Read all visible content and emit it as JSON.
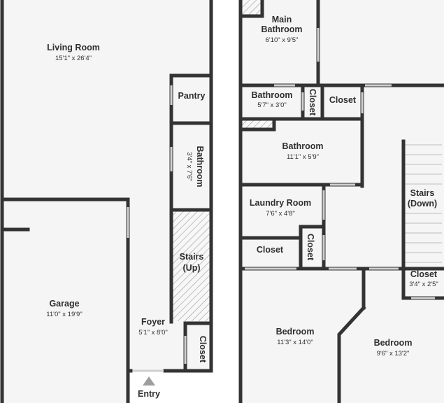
{
  "floor_plan": {
    "colors": {
      "wall": "#333333",
      "floor": "#f5f5f5",
      "background": "#ffffff",
      "text": "#2f2f2f",
      "stair_hatch": "#9a9a9a",
      "arrow": "#9e9e9e"
    },
    "rooms": {
      "living_room": {
        "name": "Living Room",
        "dim": "15'1\" x 26'4\""
      },
      "pantry": {
        "name": "Pantry"
      },
      "bathroom_small": {
        "name": "Bathroom",
        "dim": "3'4\" x 7'6\""
      },
      "stairs_up": {
        "name": "Stairs",
        "sub": "(Up)"
      },
      "garage": {
        "name": "Garage",
        "dim": "11'0\" x 19'9\""
      },
      "foyer": {
        "name": "Foyer",
        "dim": "5'1\" x 8'0\""
      },
      "closet_foyer": {
        "name": "Closet"
      },
      "entry": {
        "name": "Entry"
      },
      "main_bathroom": {
        "name1": "Main",
        "name2": "Bathroom",
        "dim": "6'10\" x 9'5\""
      },
      "bathroom_2": {
        "name": "Bathroom",
        "dim": "5'7\" x 3'0\""
      },
      "closet_vertical": {
        "name": "Closet"
      },
      "closet_upper": {
        "name": "Closet"
      },
      "bathroom_3": {
        "name": "Bathroom",
        "dim": "11'1\" x 5'9\""
      },
      "laundry_room": {
        "name": "Laundry Room",
        "dim": "7'6\" x 4'8\""
      },
      "closet_left": {
        "name": "Closet"
      },
      "closet_laundry": {
        "name": "Closet"
      },
      "stairs_down": {
        "name": "Stairs",
        "sub": "(Down)"
      },
      "closet_right": {
        "name": "Closet",
        "dim": "3'4\" x 2'5\""
      },
      "bedroom_1": {
        "name": "Bedroom",
        "dim": "11'3\" x 14'0\""
      },
      "bedroom_2": {
        "name": "Bedroom",
        "dim": "9'6\" x 13'2\""
      }
    }
  }
}
